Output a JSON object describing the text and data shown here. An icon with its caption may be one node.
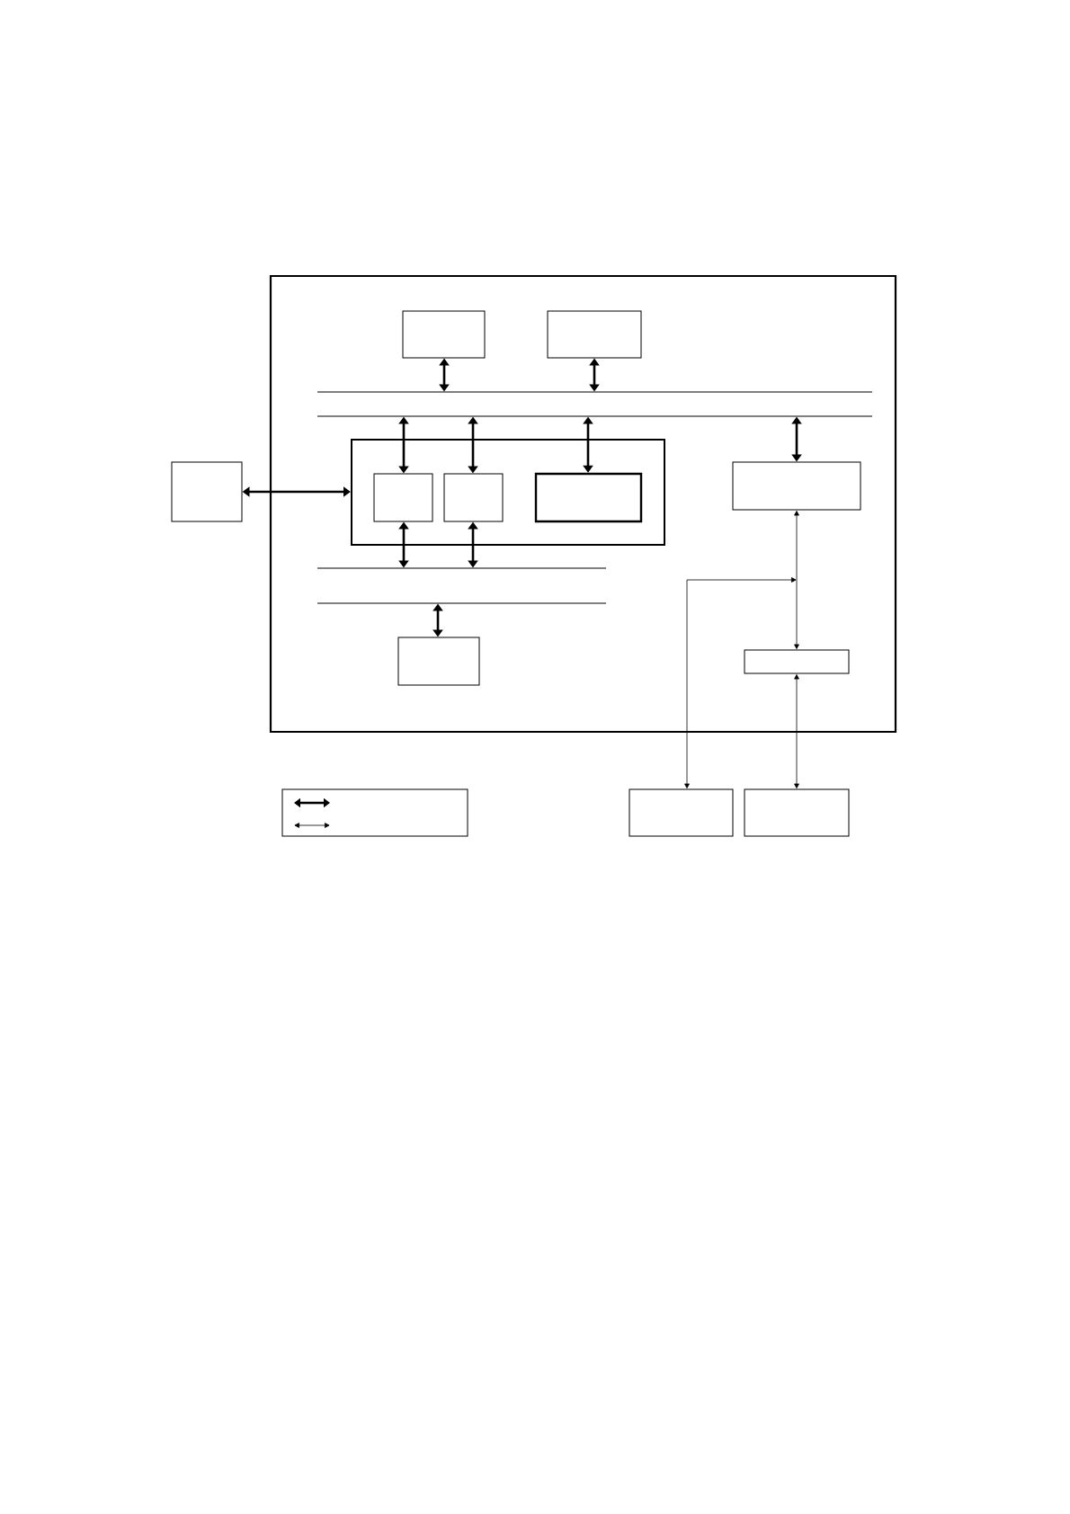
{
  "diagram": {
    "nodes": [
      {
        "text": [],
        "shape": "box"
      },
      {
        "text": [],
        "shape": "box"
      },
      {
        "text": [],
        "shape": "box",
        "in": 0
      },
      {
        "text": [],
        "shape": "box",
        "in": 0
      },
      {
        "text": [],
        "shape": "bar",
        "in": 0
      },
      {
        "text": [],
        "shape": "bar",
        "in": 0
      },
      {
        "text": [],
        "shape": "box",
        "in": 0
      },
      {
        "text": [],
        "shape": "box",
        "in": 6
      },
      {
        "text": [],
        "shape": "box",
        "in": 6
      },
      {
        "text": [],
        "shape": "box",
        "in": 6
      },
      {
        "text": [],
        "shape": "box",
        "in": 0
      },
      {
        "text": [],
        "shape": "bar",
        "in": 0
      },
      {
        "text": [],
        "shape": "bar",
        "in": 0
      },
      {
        "text": [],
        "shape": "box",
        "in": 0
      },
      {
        "text": [],
        "shape": "box",
        "in": 0
      },
      {
        "text": [],
        "shape": "box"
      },
      {
        "text": [],
        "shape": "box"
      },
      {
        "text": [],
        "shape": "box"
      }
    ],
    "edges": [
      {
        "from": 2,
        "to": 4,
        "arrow": "both"
      },
      {
        "from": 3,
        "to": 4,
        "arrow": "both"
      },
      {
        "from": 1,
        "to": 6,
        "arrow": "both"
      },
      {
        "from": 5,
        "to": 7,
        "arrow": "both"
      },
      {
        "from": 5,
        "to": 8,
        "arrow": "both"
      },
      {
        "from": 5,
        "to": 9,
        "arrow": "both"
      },
      {
        "from": 5,
        "to": 10,
        "arrow": "both"
      },
      {
        "from": 7,
        "to": 11,
        "arrow": "both"
      },
      {
        "from": 8,
        "to": 11,
        "arrow": "both"
      },
      {
        "from": 12,
        "to": 13,
        "arrow": "both"
      },
      {
        "from": 10,
        "to": 14,
        "arrow": "both"
      },
      {
        "from": 14,
        "to": 17,
        "arrow": "both"
      },
      {
        "from": null,
        "to": 16,
        "arrow": "both"
      }
    ]
  }
}
